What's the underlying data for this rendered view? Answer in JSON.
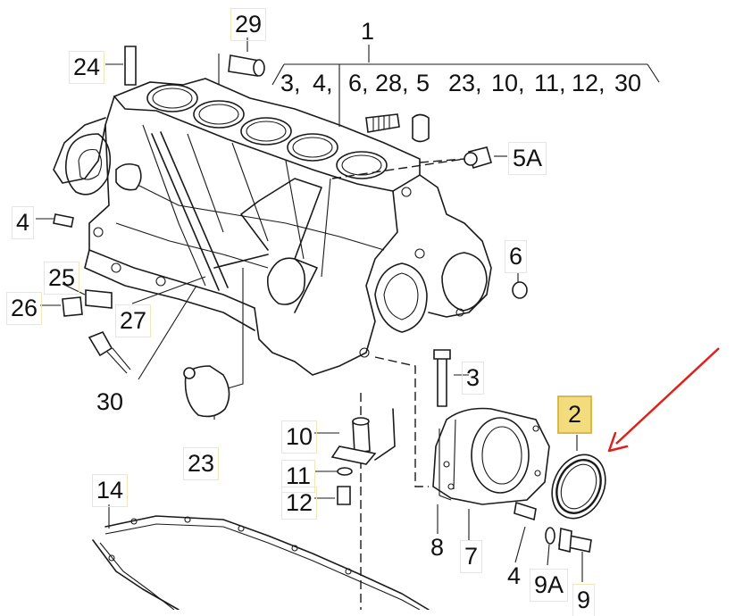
{
  "diagram": {
    "labels": {
      "p1": "1",
      "p2": "2",
      "p3": "3",
      "p4a": "4",
      "p4b": "4",
      "p5a": "5A",
      "p6": "6",
      "p7": "7",
      "p8": "8",
      "p9": "9",
      "p9a": "9A",
      "p10": "10",
      "p11": "11",
      "p12": "12",
      "p14": "14",
      "p23": "23",
      "p24": "24",
      "p25": "25",
      "p26": "26",
      "p27": "27",
      "p29": "29",
      "p30": "30"
    },
    "group_list": [
      "3,",
      "4,",
      "6,",
      "28,",
      "5",
      "23,",
      "10,",
      "11,",
      "12,",
      "30"
    ],
    "highlight_color": "#f3dc7e",
    "arrow_color": "#e0201a"
  }
}
